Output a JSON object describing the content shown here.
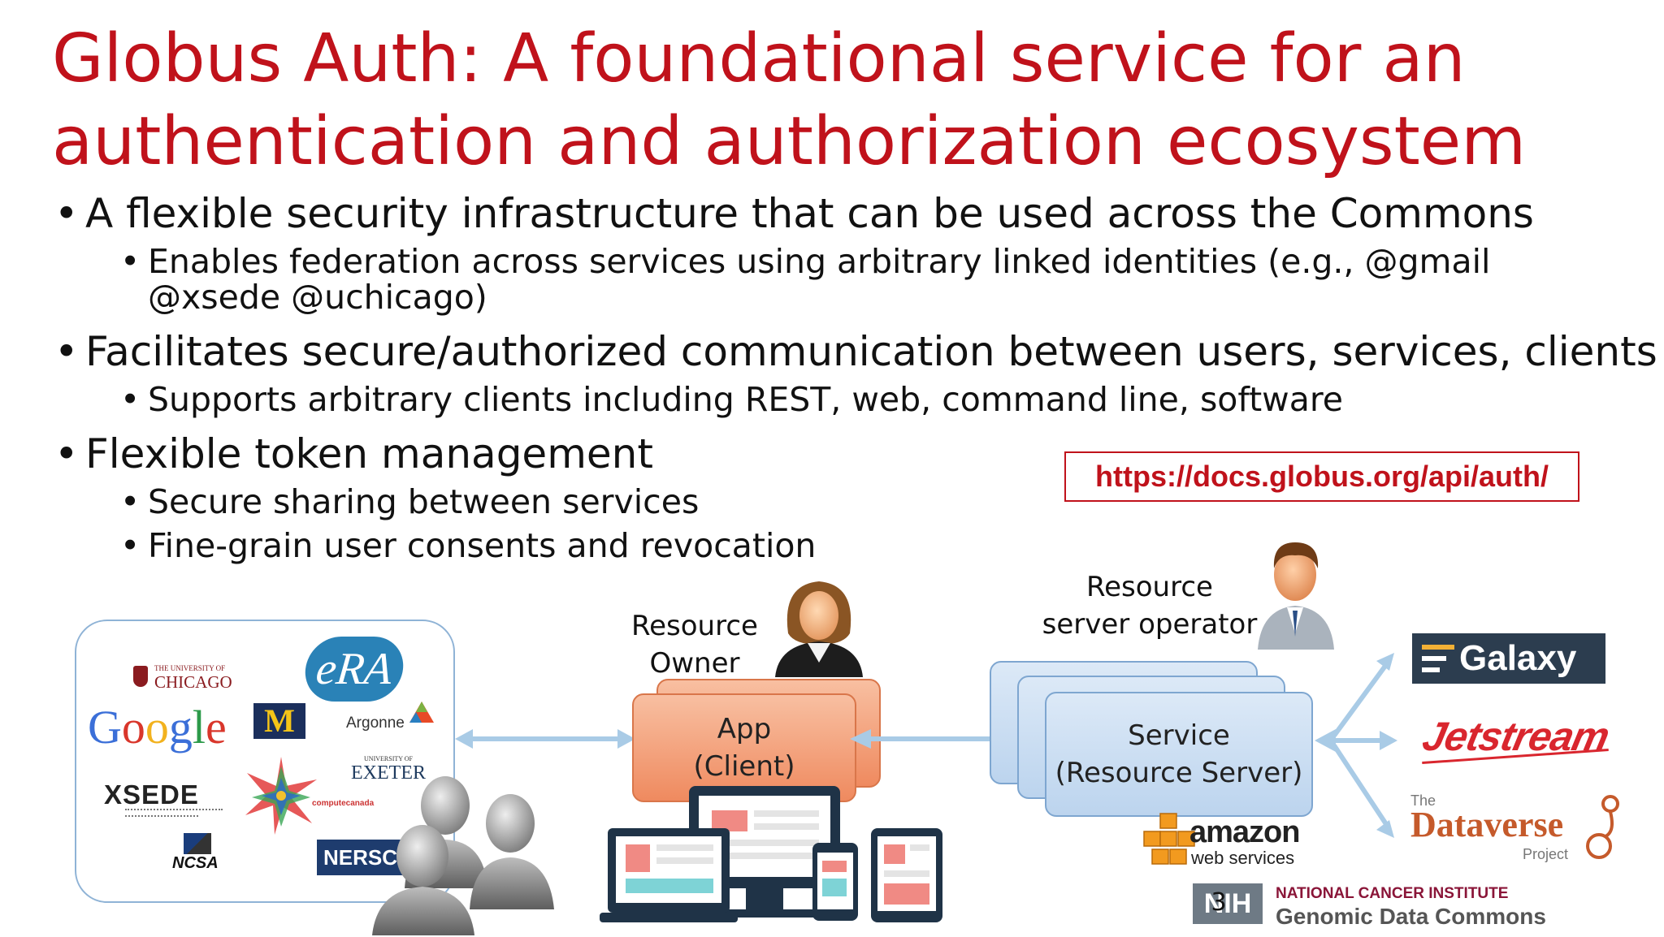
{
  "slide": {
    "title_line1": "Globus Auth: A foundational service for an",
    "title_line2": "authentication and authorization ecosystem",
    "bullet1": "A flexible security infrastructure that can be used across the Commons",
    "sub1_line1": "Enables federation across services using arbitrary linked identities (e.g., @gmail",
    "sub1_line2": "@xsede @uchicago)",
    "bullet2": "Facilitates secure/authorized communication between users, services, clients",
    "sub2": "Supports arbitrary clients including REST, web, command line, software",
    "bullet3": "Flexible token management",
    "sub3": "Secure sharing between services",
    "sub4": "Fine-grain user consents and revocation",
    "bullet_char": "•",
    "url": "https://docs.globus.org/api/auth/",
    "page_number": "3"
  },
  "diagram": {
    "resource_owner_line1": "Resource",
    "resource_owner_line2": "Owner",
    "client_line1": "App",
    "client_line2": "(Client)",
    "operator_line1": "Resource",
    "operator_line2": "server operator",
    "service_line1": "Service",
    "service_line2": "(Resource Server)"
  },
  "logos": {
    "uchicago_small": "THE UNIVERSITY OF",
    "uchicago": "CHICAGO",
    "era": "eRA",
    "google": "Google",
    "michigan": "M",
    "argonne": "Argonne",
    "exeter_small": "UNIVERSITY OF",
    "exeter": "EXETER",
    "xsede": "XSEDE",
    "computecanada": "computecanada",
    "ncsa": "NCSA",
    "nersc": "NERSC",
    "galaxy": "Galaxy",
    "jetstream": "Jetstream",
    "dataverse_the": "The",
    "dataverse": "Dataverse",
    "dataverse_project": "Project",
    "amazon": "amazon",
    "aws_sub": "web services",
    "nih": "NIH",
    "nci_line1": "NATIONAL CANCER INSTITUTE",
    "nci_line2": "Genomic Data Commons"
  },
  "colors": {
    "title_red": "#c0121b",
    "client_orange": "#ef8a5f",
    "service_blue": "#bcd4ee",
    "arrow_blue": "#a9cbe6"
  }
}
